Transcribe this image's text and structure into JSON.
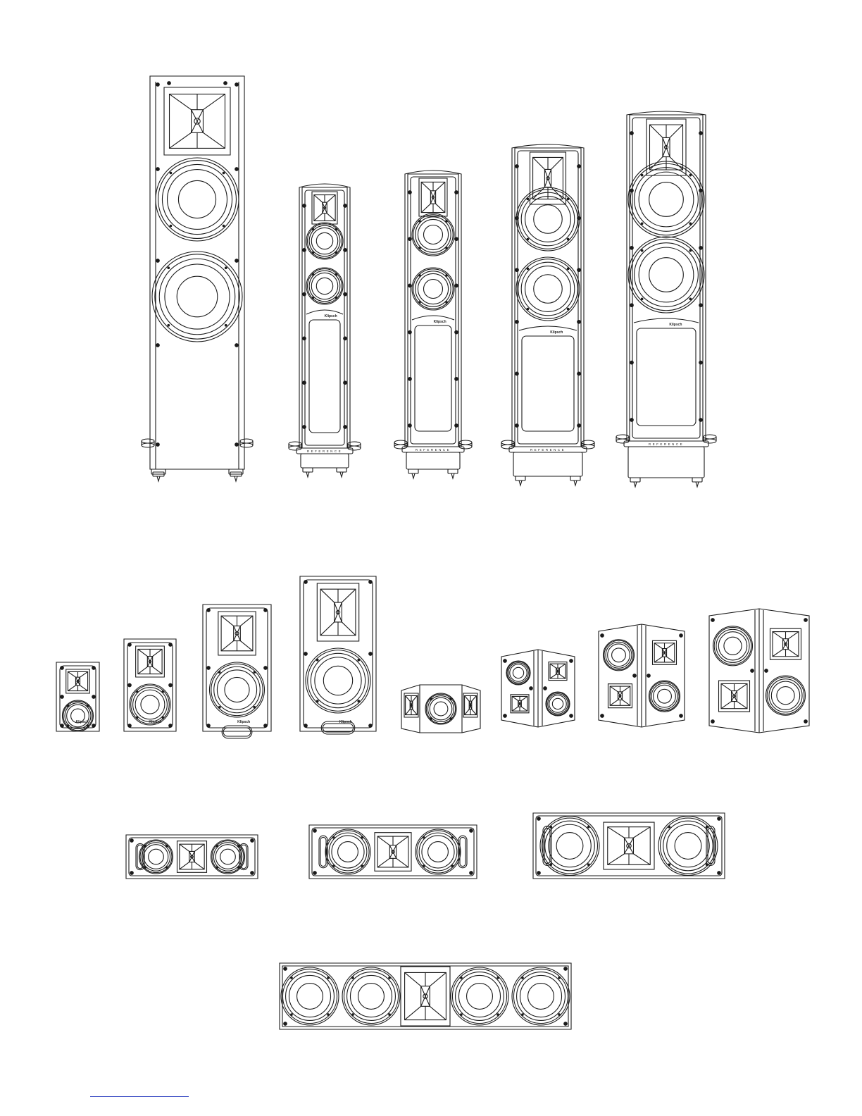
{
  "labels": {
    "brand": "Klipsch",
    "series": "REFERENCE"
  },
  "colors": {
    "line": "#1a1a1a",
    "background": "#ffffff",
    "link_underline": "#2b3fc0"
  },
  "groups": {
    "floorstanding_count": 5,
    "bookshelf_count": 4,
    "surround_count": 4,
    "center_count": 4
  }
}
